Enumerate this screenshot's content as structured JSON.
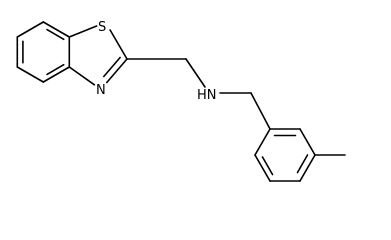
{
  "atoms": {
    "sulfur": "S",
    "nitrogen_ring": "N",
    "amine": "HN"
  }
}
